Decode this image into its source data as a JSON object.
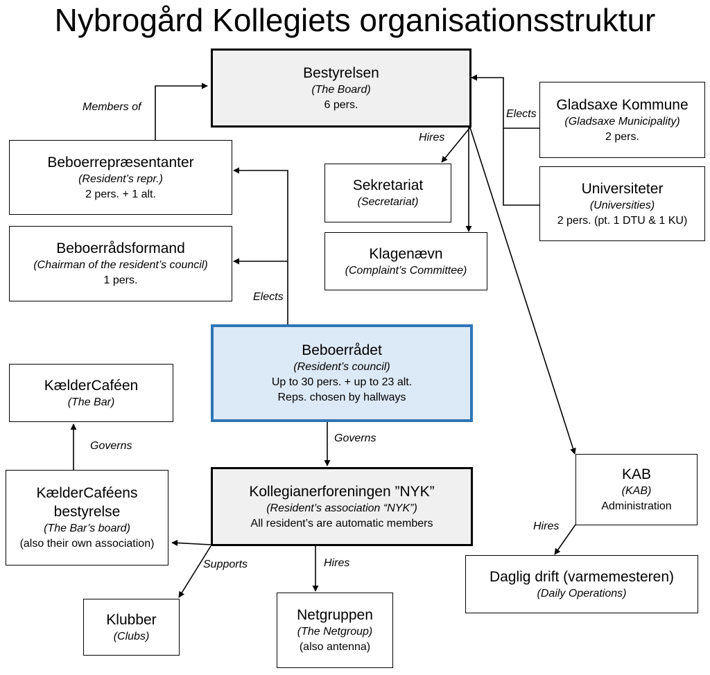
{
  "title": "Nybrogård Kollegiets organisationsstruktur",
  "nodes": {
    "board": {
      "title": "Bestyrelsen",
      "subtitle": "(The Board)",
      "detail": "6 pers."
    },
    "resident_repr": {
      "title": "Beboerrepræsentanter",
      "subtitle": "(Resident’s repr.)",
      "detail": "2 pers. + 1 alt."
    },
    "chairman": {
      "title": "Beboerrådsformand",
      "subtitle": "(Chairman of the resident’s council)",
      "detail": "1 pers."
    },
    "secretariat": {
      "title": "Sekretariat",
      "subtitle": "(Secretariat)"
    },
    "complaints": {
      "title": "Klagenævn",
      "subtitle": "(Complaint’s Committee)"
    },
    "gladsaxe": {
      "title": "Gladsaxe Kommune",
      "subtitle": "(Gladsaxe Municipality)",
      "detail": "2 pers."
    },
    "universities": {
      "title": "Universiteter",
      "subtitle": "(Universities)",
      "detail": "2 pers. (pt. 1 DTU & 1 KU)"
    },
    "council": {
      "title": "Beboerrådet",
      "subtitle": "(Resident’s council)",
      "detail": "Up to 30 pers. +  up to 23 alt.",
      "detail2": "Reps. chosen by hallways"
    },
    "bar": {
      "title": "KælderCaféen",
      "subtitle": "(The Bar)"
    },
    "bar_board": {
      "title": "KælderCaféens",
      "title2": "bestyrelse",
      "subtitle": "(The Bar’s board)",
      "detail": "(also their own association)"
    },
    "nyk": {
      "title": "Kollegianerforeningen ”NYK”",
      "subtitle": "(Resident’s association “NYK”)",
      "detail": "All resident’s are automatic members"
    },
    "kab": {
      "title": "KAB",
      "subtitle": "(KAB)",
      "detail": "Administration"
    },
    "daily": {
      "title": "Daglig drift (varmemesteren)",
      "subtitle": "(Daily Operations)"
    },
    "clubs": {
      "title": "Klubber",
      "subtitle": "(Clubs)"
    },
    "netgroup": {
      "title": "Netgruppen",
      "subtitle": "(The Netgroup)",
      "detail": "(also antenna)"
    }
  },
  "edge_labels": {
    "members_of": "Members of",
    "hires_board": "Hires",
    "elects_ext": "Elects",
    "elects_council": "Elects",
    "governs_bar": "Governs",
    "governs_nyk": "Governs",
    "hires_kab": "Hires",
    "supports": "Supports",
    "hires_nyk": "Hires"
  }
}
